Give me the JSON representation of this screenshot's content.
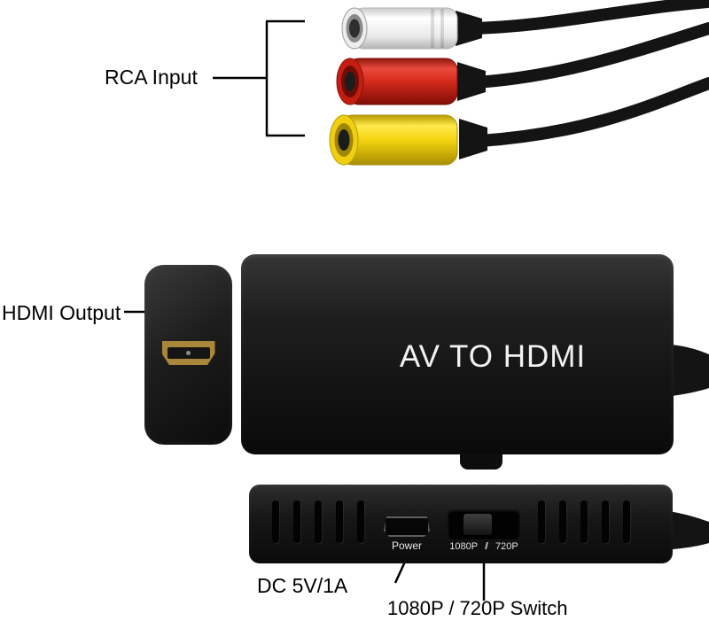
{
  "title": "AV to HDMI converter annotated product diagram",
  "labels": {
    "rca_input": "RCA Input",
    "hdmi_output": "HDMI Output",
    "dc_power": "DC 5V/1A",
    "resolution_switch": "1080P / 720P Switch"
  },
  "device": {
    "front_text": "AV TO HDMI",
    "power_port_label": "Power",
    "switch_labels": [
      "1080P",
      "720P"
    ]
  },
  "colors": {
    "background": "#ffffff",
    "annotation": "#000000",
    "device_body": "#1a1a1a",
    "device_text": "#f2f2f2",
    "rca_white": "#f0f0f0",
    "rca_red": "#c8281e",
    "rca_yellow": "#eed114",
    "hdmi_gold": "#a8873b",
    "cable": "#141414"
  }
}
